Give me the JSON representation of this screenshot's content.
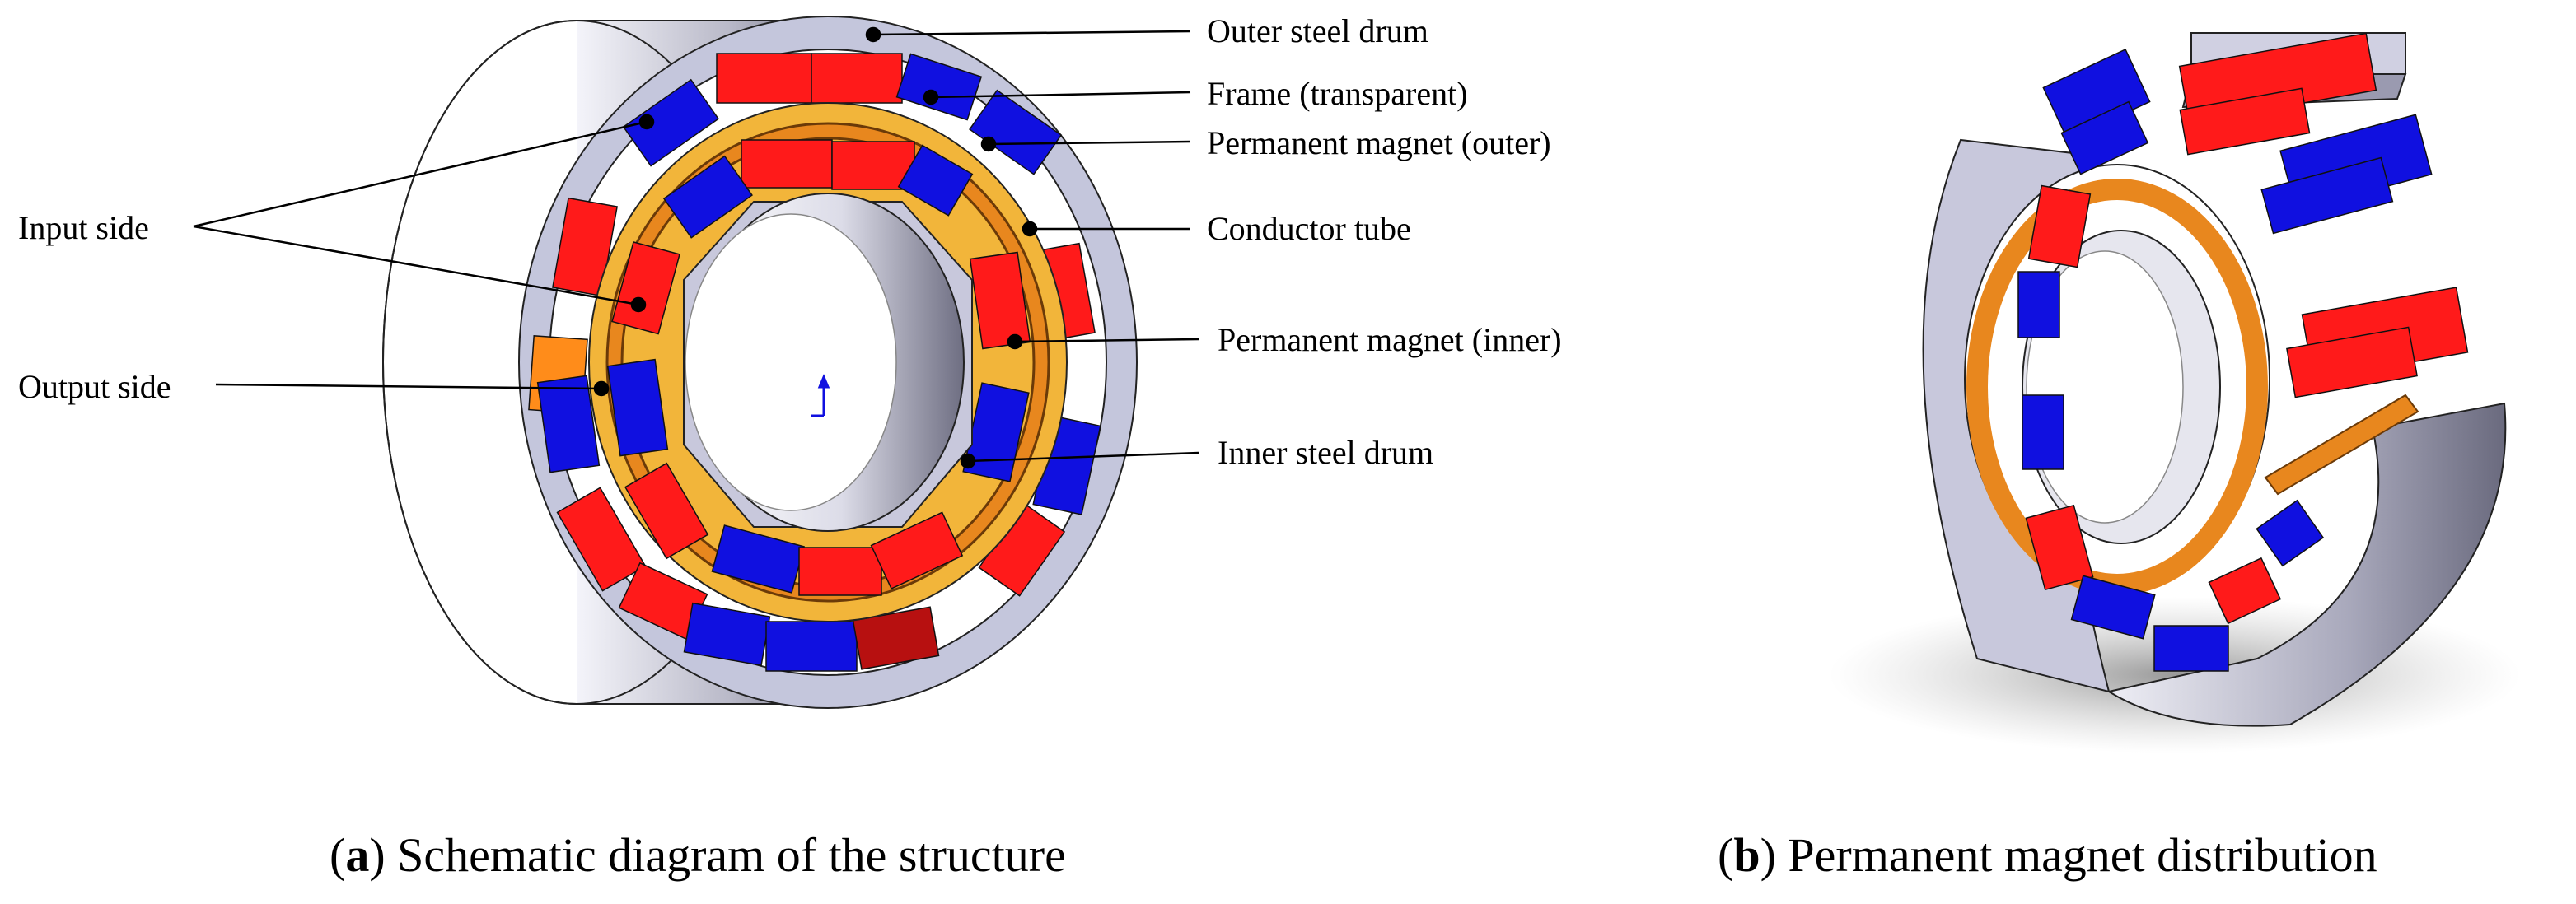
{
  "colors": {
    "red_magnet": "#ff1a1a",
    "blue_magnet": "#1010e0",
    "steel": "#c8c8dc",
    "conductor": "#e8871e",
    "leader": "#000000"
  },
  "panel_a": {
    "labels": {
      "outer_steel_drum": "Outer steel drum",
      "frame": "Frame (transparent)",
      "pm_outer": "Permanent magnet (outer)",
      "conductor_tube": "Conductor tube",
      "pm_inner": "Permanent magnet (inner)",
      "inner_steel_drum": "Inner steel drum",
      "input_side": "Input side",
      "output_side": "Output side"
    },
    "caption_letter": "a",
    "caption_text": " Schematic diagram of the structure"
  },
  "panel_b": {
    "caption_letter": "b",
    "caption_text": " Permanent magnet distribution"
  }
}
